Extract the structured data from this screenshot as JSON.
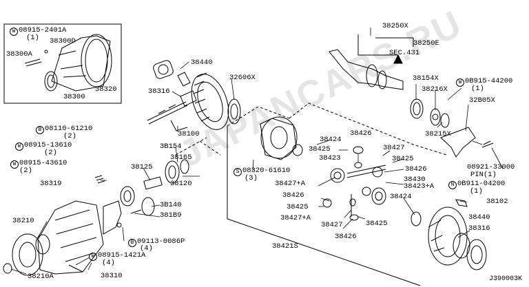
{
  "diagram": {
    "watermark": "JAPANCARS.RU",
    "page_code": "J390003K",
    "circled_letter_w": "W",
    "circled_letter_b": "B",
    "circled_letter_s": "S",
    "circled_letter_n": "N",
    "labels": {
      "p_08915_2401A": "08915-2401A",
      "q_1a": "(1)",
      "p_38300A": "38300A",
      "p_38300D": "38300D",
      "p_38320": "38320",
      "p_38300": "38300",
      "p_38440_top": "38440",
      "p_38316_top": "38316",
      "p_32606X": "32606X",
      "p_38100": "38100",
      "p_38250X": "38250X",
      "p_38250E": "38250E",
      "p_SEC431": "SEC.431",
      "p_38154X": "38154X",
      "p_38216X": "38216X",
      "p_08915_44200": "0B915-44200",
      "q_1b": "(1)",
      "p_32805X": "32B05X",
      "p_38215X": "38215X",
      "p_08110_61210": "08110-61210",
      "q_2a": "(2)",
      "p_08915_13610": "08915-13610",
      "q_2b": "(2)",
      "p_08915_43610": "08915-43610",
      "q_2c": "(2)",
      "p_38319": "38319",
      "p_38154": "3B154",
      "p_38165": "38165",
      "p_38125": "38125",
      "p_38120": "38120",
      "p_38140": "3B140",
      "p_38189": "381B9",
      "p_08320_61610": "08320-61610",
      "q_3": "(3)",
      "p_38424a": "38424",
      "p_38426a": "38426",
      "p_38425a": "38425",
      "p_38427a": "38427",
      "p_38423a": "38423",
      "p_38425b": "38425",
      "p_38426b": "38426",
      "p_38427A_a": "38427+A",
      "p_38430": "38430",
      "p_38423A": "38423+A",
      "p_38426c": "38426",
      "p_38424b": "38424",
      "p_38425c": "38425",
      "p_38427A_b": "38427+A",
      "p_38427b": "38427",
      "p_38426d": "38426",
      "p_38425d": "38425",
      "p_38421S": "38421S",
      "p_08921_33000": "08921-33000",
      "p_pin": "PIN(1)",
      "p_08911_04200": "0B911-04200",
      "q_1c": "(1)",
      "p_38102": "38102",
      "p_38440_bot": "38440",
      "p_38316_bot": "38316",
      "p_38210": "38210",
      "p_38210A": "38210A",
      "p_09113_0086P": "09113-0086P",
      "q_4a": "(4)",
      "p_08915_1421A": "08915-1421A",
      "q_4b": "(4)",
      "p_38310": "38310"
    }
  }
}
